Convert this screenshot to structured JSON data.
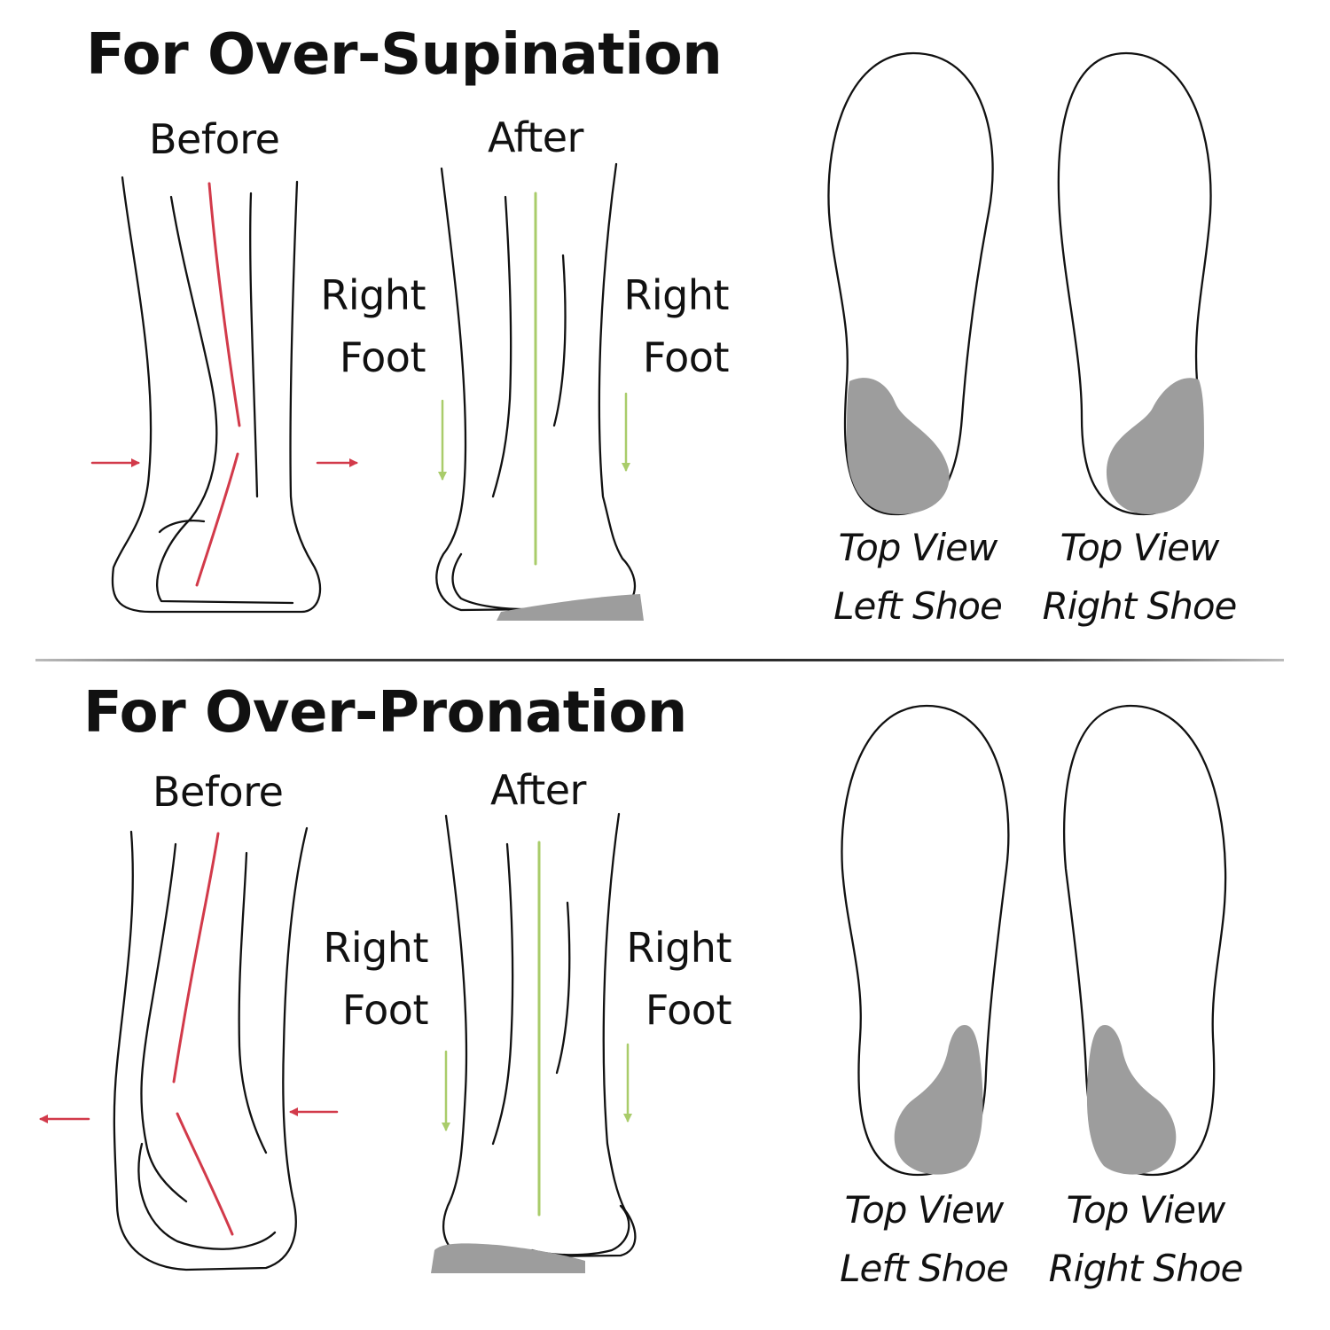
{
  "colors": {
    "red_line": "#d23a4a",
    "green_line": "#a9cc6a",
    "pad_gray": "#9d9d9d",
    "outline": "#111111"
  },
  "sections": [
    {
      "title": "For Over-Supination",
      "before_label": "Before",
      "after_label": "After",
      "before_side": [
        "Right",
        "Foot"
      ],
      "after_side": [
        "Right",
        "Foot"
      ],
      "shoes": [
        {
          "line1": "Top View",
          "line2": "Left Shoe"
        },
        {
          "line1": "Top View",
          "line2": "Right Shoe"
        }
      ]
    },
    {
      "title": "For Over-Pronation",
      "before_label": "Before",
      "after_label": "After",
      "before_side": [
        "Right",
        "Foot"
      ],
      "after_side": [
        "Right",
        "Foot"
      ],
      "shoes": [
        {
          "line1": "Top View",
          "line2": "Left Shoe"
        },
        {
          "line1": "Top View",
          "line2": "Right Shoe"
        }
      ]
    }
  ],
  "icons": [
    "arrow-right-icon",
    "arrow-left-icon",
    "arrow-down-icon"
  ]
}
